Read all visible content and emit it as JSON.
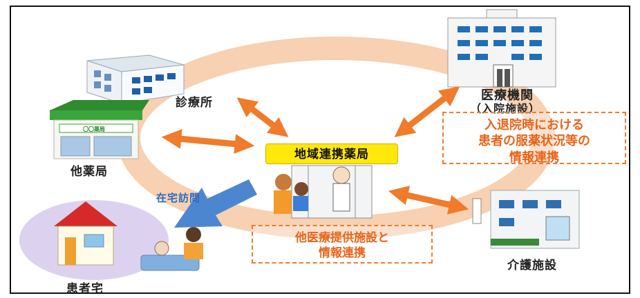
{
  "nodes": {
    "clinic": "診療所",
    "hospital_line1": "医療機関",
    "hospital_line2": "（入院施設）",
    "other_pharmacy": "他薬局",
    "center_pharmacy": "地域連携薬局",
    "care_facility": "介護施設",
    "patient_home": "患者宅",
    "home_visit": "在宅訪問"
  },
  "notes": {
    "hospital_note": [
      "入退院時における",
      "患者の服薬状況等の",
      "情報連携"
    ],
    "other_note": [
      "他医療提供施設と",
      "情報連携"
    ]
  },
  "pharmacy_sign": "〇〇薬局",
  "colors": {
    "ring": "#f7c8a4",
    "arrow": "#f07b2a",
    "blue_arrow": "#4d86d0",
    "note_text": "#e8641a",
    "center_label_bg": "#ffe80a"
  }
}
